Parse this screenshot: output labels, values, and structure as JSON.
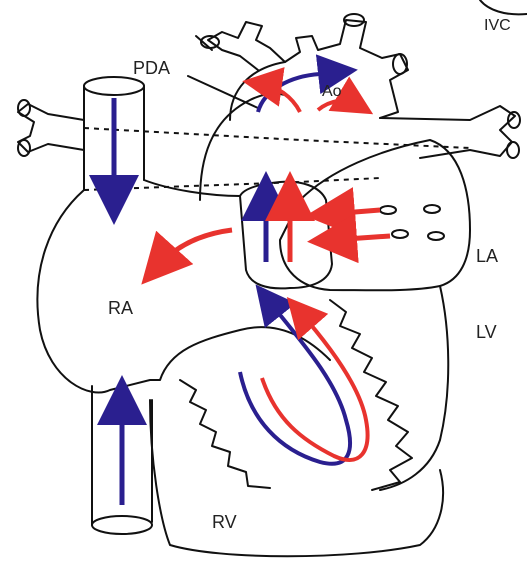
{
  "labels": {
    "ivc": "IVC",
    "pda": "PDA",
    "ao": "Ao",
    "la": "LA",
    "ra": "RA",
    "lv": "LV",
    "rv": "RV"
  },
  "colors": {
    "oxygenated": "#e8332e",
    "deoxygenated": "#2a1f8f",
    "outline": "#111111"
  }
}
